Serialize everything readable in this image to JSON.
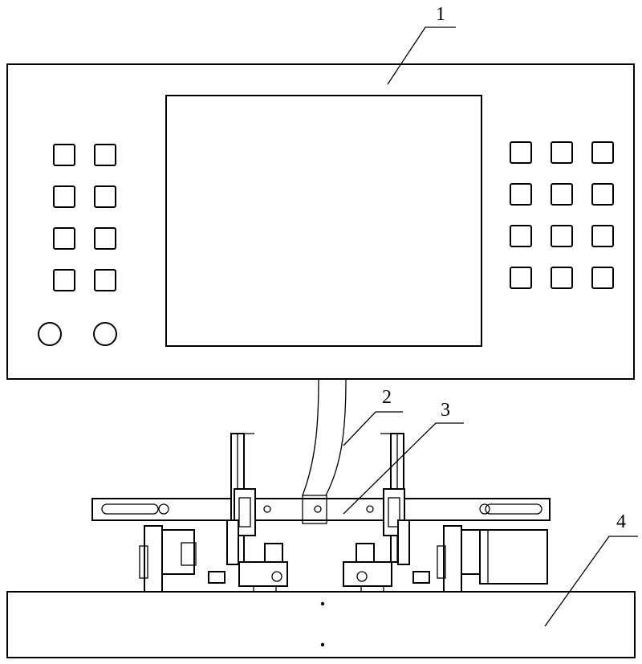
{
  "labels": {
    "l1": "1",
    "l2": "2",
    "l3": "3",
    "l4": "4"
  },
  "colors": {
    "ink": "#000000",
    "paper": "#ffffff"
  },
  "panel": {
    "left_button_rows": 4,
    "left_button_cols": 2,
    "right_button_rows": 4,
    "right_button_cols": 3,
    "knobs": 2
  }
}
